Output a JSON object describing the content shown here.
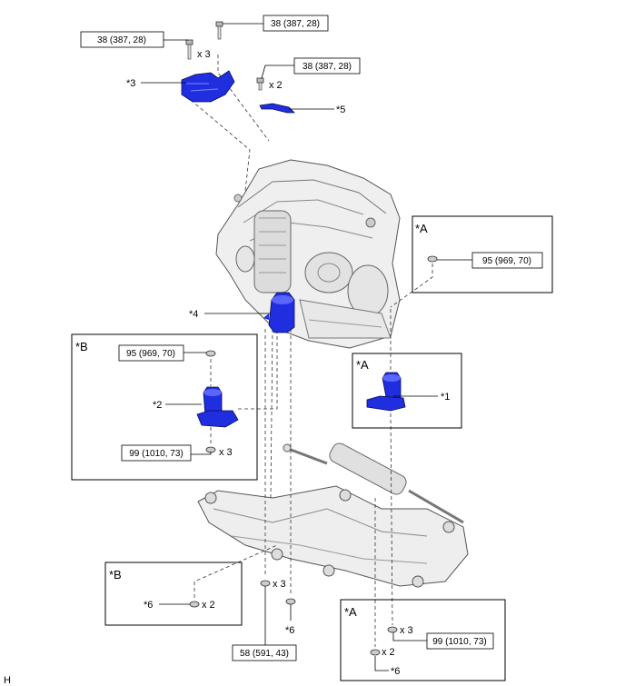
{
  "torques": {
    "t1": "38 (387, 28)",
    "t2": "38 (387, 28)",
    "t3": "38 (387, 28)",
    "t4": "95 (969, 70)",
    "t5": "95 (969, 70)",
    "t6": "99 (1010, 73)",
    "t7": "58 (591, 43)",
    "t8": "99 (1010, 73)"
  },
  "labels": {
    "p1": "*1",
    "p2": "*2",
    "p3": "*3",
    "p4": "*4",
    "p5": "*5",
    "p6a": "*6",
    "p6b": "*6",
    "p6c": "*6"
  },
  "boxes": {
    "a_top": "*A",
    "a_mid": "*A",
    "a_bottom": "*A",
    "b_left": "*B",
    "b_bottom": "*B"
  },
  "qty": {
    "q1": "x 3",
    "q2": "x 2",
    "q3": "x 3",
    "q4": "x 2",
    "q5": "x 3",
    "q6": "x 3",
    "q7": "x 2"
  },
  "footer": {
    "code": "H"
  },
  "colors": {
    "mount_blue": "#1f2fe0",
    "outline": "#000000",
    "engine_grey": "#d9d9d9"
  }
}
